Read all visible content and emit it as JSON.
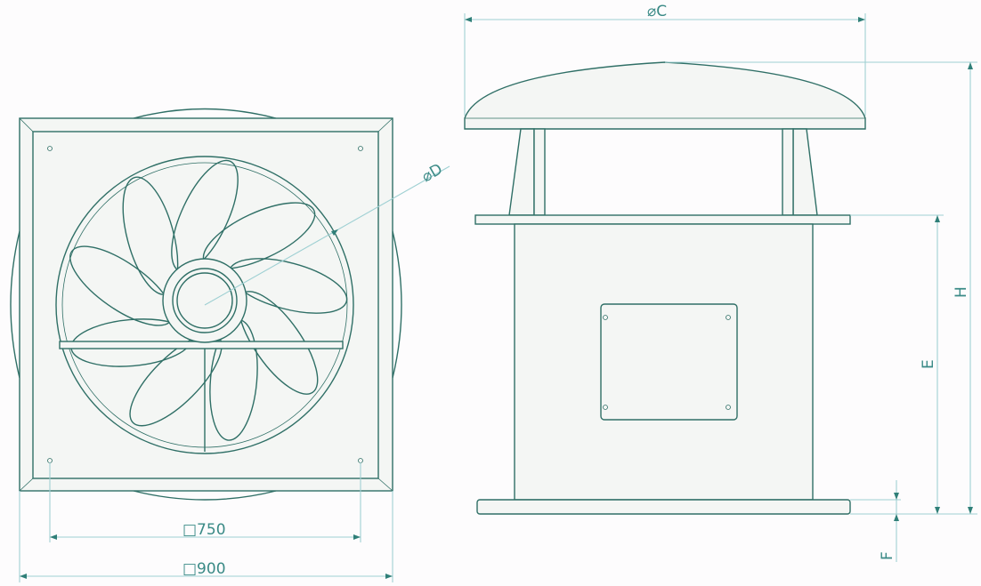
{
  "title": "Roof fan dimension drawing",
  "labels": {
    "square_750": "□750",
    "square_900": "□900",
    "diameter_c": "⌀C",
    "diameter_d": "⌀D",
    "height_h": "H",
    "height_e": "E",
    "height_f": "F"
  },
  "colors": {
    "outline": "#2f6f66",
    "dimension": "#9fd0d3",
    "text": "#3a8a86"
  }
}
